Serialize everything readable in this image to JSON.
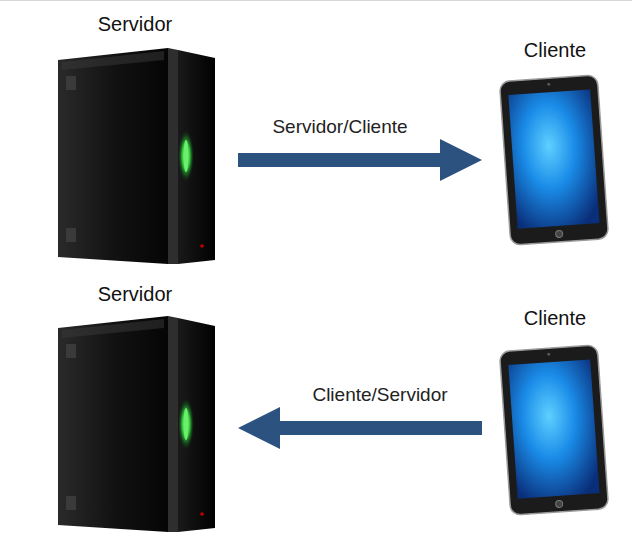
{
  "diagram": {
    "nodes": [
      {
        "text": [
          "Servidor"
        ]
      },
      {
        "text": [
          "Cliente"
        ]
      },
      {
        "text": [
          "Servidor"
        ]
      },
      {
        "text": [
          "Cliente"
        ]
      }
    ],
    "edges": [
      {
        "from": 0,
        "to": 1,
        "label": "Servidor/Cliente",
        "arrow": "to"
      },
      {
        "from": 3,
        "to": 2,
        "label": "Cliente/Servidor",
        "arrow": "to"
      }
    ]
  }
}
